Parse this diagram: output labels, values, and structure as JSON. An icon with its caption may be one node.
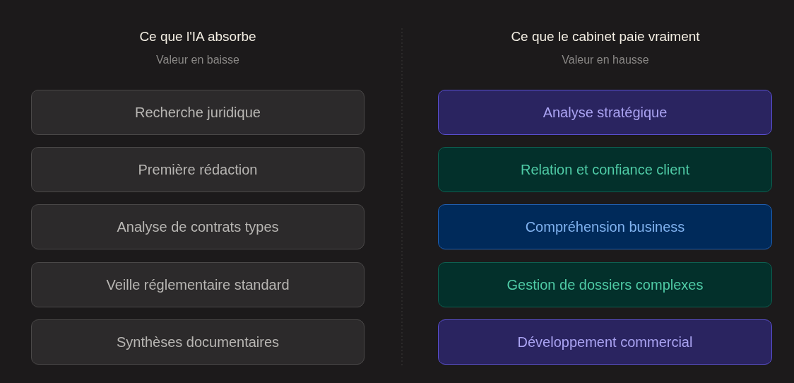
{
  "diagram": {
    "nodes": [
      {
        "text": [
          "Recherche juridique"
        ]
      },
      {
        "text": [
          "Première rédaction"
        ]
      },
      {
        "text": [
          "Analyse de contrats types"
        ]
      },
      {
        "text": [
          "Veille réglementaire standard"
        ]
      },
      {
        "text": [
          "Synthèses documentaires"
        ]
      },
      {
        "text": [
          "Analyse stratégique"
        ]
      },
      {
        "text": [
          "Relation et confiance client"
        ]
      },
      {
        "text": [
          "Compréhension business"
        ]
      },
      {
        "text": [
          "Gestion de dossiers complexes"
        ]
      },
      {
        "text": [
          "Développement commercial"
        ]
      }
    ],
    "labels": [
      "Ce que l'IA absorbe",
      "Valeur en baisse",
      "Ce que le cabinet paie vraiment",
      "Valeur en hausse"
    ]
  }
}
